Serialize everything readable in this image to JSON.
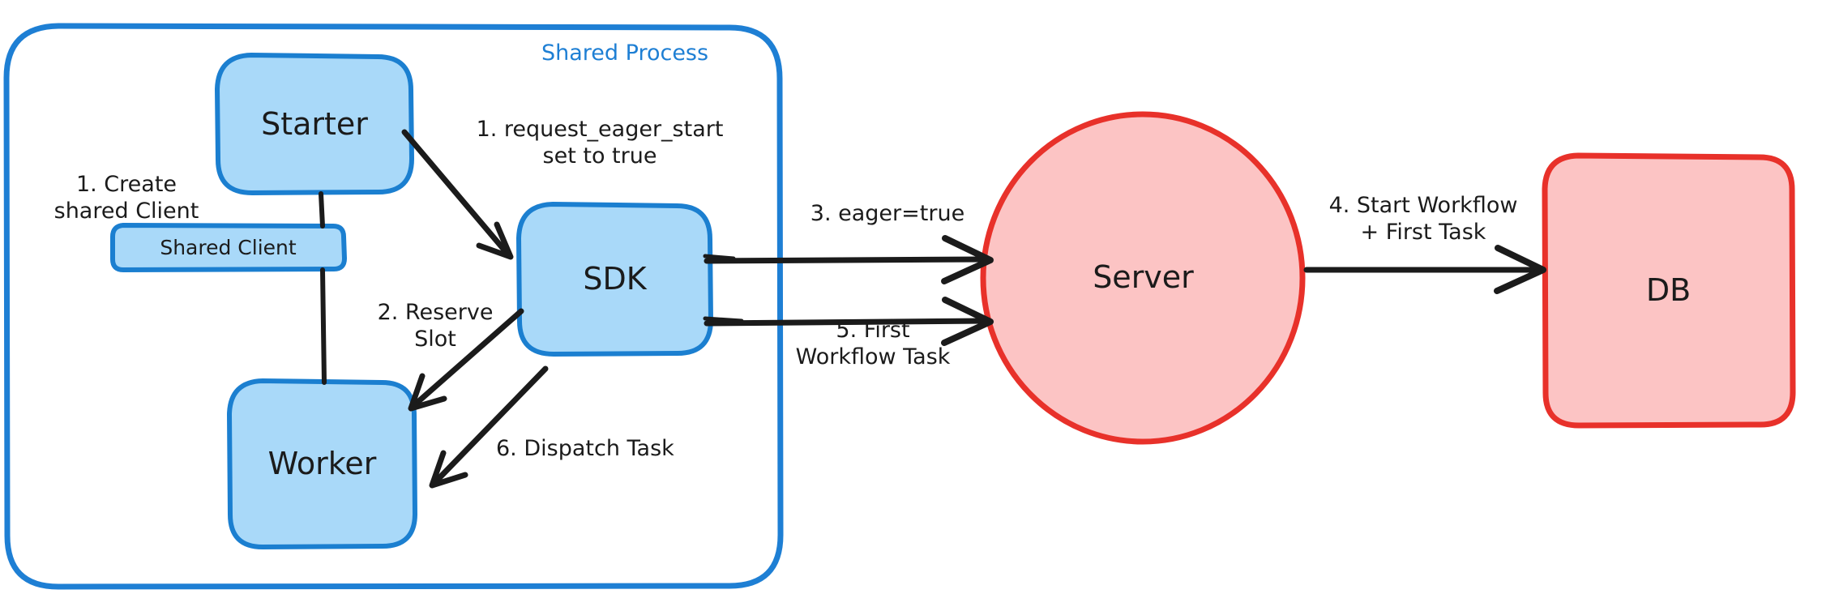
{
  "diagram": {
    "title_group": "Shared Process",
    "nodes": [
      {
        "id": "starter",
        "label": "Starter",
        "shape": "rounded-rect",
        "fill": "#a9d9f9",
        "stroke": "#1b7fd0"
      },
      {
        "id": "shared-client",
        "label": "Shared Client",
        "shape": "rounded-rect",
        "fill": "#a9d9f9",
        "stroke": "#1b7fd0"
      },
      {
        "id": "worker",
        "label": "Worker",
        "shape": "rounded-rect",
        "fill": "#a9d9f9",
        "stroke": "#1b7fd0"
      },
      {
        "id": "sdk",
        "label": "SDK",
        "shape": "rounded-rect",
        "fill": "#a9d9f9",
        "stroke": "#1b7fd0"
      },
      {
        "id": "server",
        "label": "Server",
        "shape": "ellipse",
        "fill": "#fcc4c4",
        "stroke": "#e8312a"
      },
      {
        "id": "db",
        "label": "DB",
        "shape": "rounded-rect",
        "fill": "#fcc4c4",
        "stroke": "#e8312a"
      }
    ],
    "edges": [
      {
        "id": "create-shared-client",
        "label": "1. Create\nshared Client",
        "from": "starter",
        "to": "shared-client",
        "arrow": false
      },
      {
        "id": "request-eager-start",
        "label": "1. request_eager_start\nset to true",
        "from": "starter",
        "to": "sdk",
        "arrow": true
      },
      {
        "id": "reserve-slot",
        "label": "2. Reserve\nSlot",
        "from": "sdk",
        "to": "worker",
        "arrow": true
      },
      {
        "id": "eager-true",
        "label": "3. eager=true",
        "from": "sdk",
        "to": "server",
        "arrow": true
      },
      {
        "id": "start-workflow",
        "label": "4. Start Workflow\n+ First Task",
        "from": "server",
        "to": "db",
        "arrow": true
      },
      {
        "id": "first-workflow-task",
        "label": "5. First\nWorkflow Task",
        "from": "sdk",
        "to": "server",
        "arrow": true
      },
      {
        "id": "dispatch-task",
        "label": "6. Dispatch Task",
        "from": "sdk",
        "to": "worker",
        "arrow": true
      }
    ],
    "colors": {
      "blue_fill": "#a9d9f9",
      "blue_stroke": "#1b7fd0",
      "red_fill": "#fcc4c4",
      "red_stroke": "#e8312a",
      "line": "#1b1b1b",
      "background": "#ffffff"
    }
  }
}
